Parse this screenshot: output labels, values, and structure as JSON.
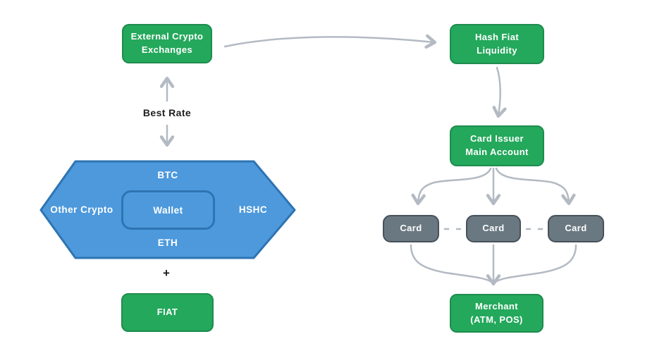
{
  "colors": {
    "green-fill": "#24A85C",
    "green-border": "#1E8C4E",
    "blue-fill": "#4D99DC",
    "blue-border": "#2E74B3",
    "gray-fill": "#6A7881",
    "gray-border": "#47525A",
    "arrow": "#B3BAC3",
    "label-dark": "#1E1E1E"
  },
  "nodes": {
    "external_exchanges": {
      "label": "External Crypto\nExchanges"
    },
    "hash_fiat_liquidity": {
      "label": "Hash Fiat\nLiquidity"
    },
    "card_issuer": {
      "label": "Card Issuer\nMain Account"
    },
    "merchant": {
      "label": "Merchant\n(ATM, POS)"
    },
    "fiat": {
      "label": "FIAT"
    }
  },
  "wallet_hexagon": {
    "top": "BTC",
    "left": "Other Crypto",
    "center": "Wallet",
    "right": "HSHC",
    "bottom": "ETH"
  },
  "cards": [
    {
      "label": "Card"
    },
    {
      "label": "Card"
    },
    {
      "label": "Card"
    }
  ],
  "annotations": {
    "best_rate": "Best Rate",
    "plus": "+"
  }
}
